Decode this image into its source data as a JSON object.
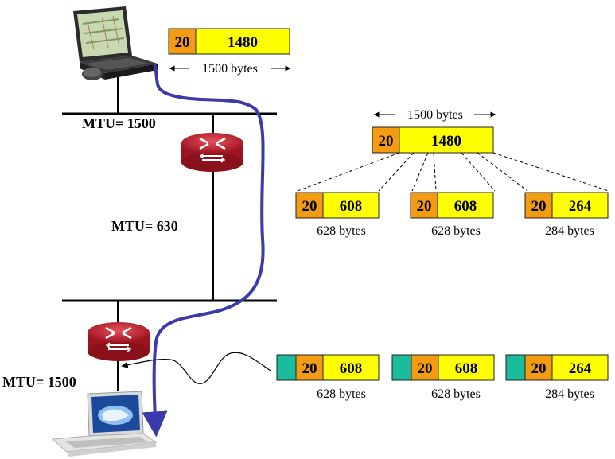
{
  "colors": {
    "header_fill": "#f39c12",
    "payload_fill": "#ffff00",
    "link_header_fill": "#1abc9c",
    "path_line": "#3a3aaa",
    "router_red": "#c0202c"
  },
  "source_host": {
    "icon": "laptop-icon"
  },
  "dest_host": {
    "icon": "laptop-icon"
  },
  "routers": [
    {
      "icon": "router-icon"
    },
    {
      "icon": "router-icon"
    }
  ],
  "links": [
    {
      "mtu_label": "MTU= 1500"
    },
    {
      "mtu_label": "MTU= 630"
    },
    {
      "mtu_label": "MTU= 1500"
    }
  ],
  "original_packet": {
    "header": "20",
    "payload": "1480",
    "size_caption": "1500 bytes"
  },
  "router_packet": {
    "header": "20",
    "payload": "1480",
    "size_caption": "1500 bytes"
  },
  "fragments": [
    {
      "header": "20",
      "payload": "608",
      "size_caption": "628 bytes"
    },
    {
      "header": "20",
      "payload": "608",
      "size_caption": "628 bytes"
    },
    {
      "header": "20",
      "payload": "264",
      "size_caption": "284 bytes"
    }
  ],
  "delivered_fragments": [
    {
      "header": "20",
      "payload": "608",
      "size_caption": "628 bytes"
    },
    {
      "header": "20",
      "payload": "608",
      "size_caption": "628 bytes"
    },
    {
      "header": "20",
      "payload": "264",
      "size_caption": "284 bytes"
    }
  ]
}
